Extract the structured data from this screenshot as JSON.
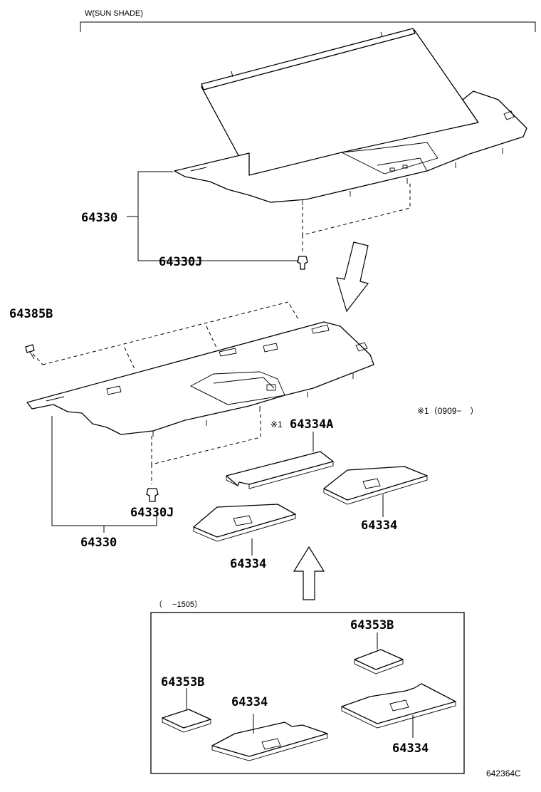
{
  "header": {
    "variant_label": "W(SUN SHADE)"
  },
  "upper_assembly": {
    "tray_part": "64330",
    "clip_part": "64330J"
  },
  "lower_assembly": {
    "screw_part": "64385B",
    "tray_part": "64330",
    "clip_part": "64330J",
    "note_mark": "※1",
    "note_text": "※1（0909−　）",
    "pad_center": "64334A",
    "pad_right": "64334",
    "pad_left": "64334"
  },
  "inset": {
    "date_range": "（　 −1505）",
    "pad_small_right": "64353B",
    "pad_small_left": "64353B",
    "pad_left": "64334",
    "pad_right": "64334"
  },
  "footer": {
    "illustration_code": "642364C"
  }
}
